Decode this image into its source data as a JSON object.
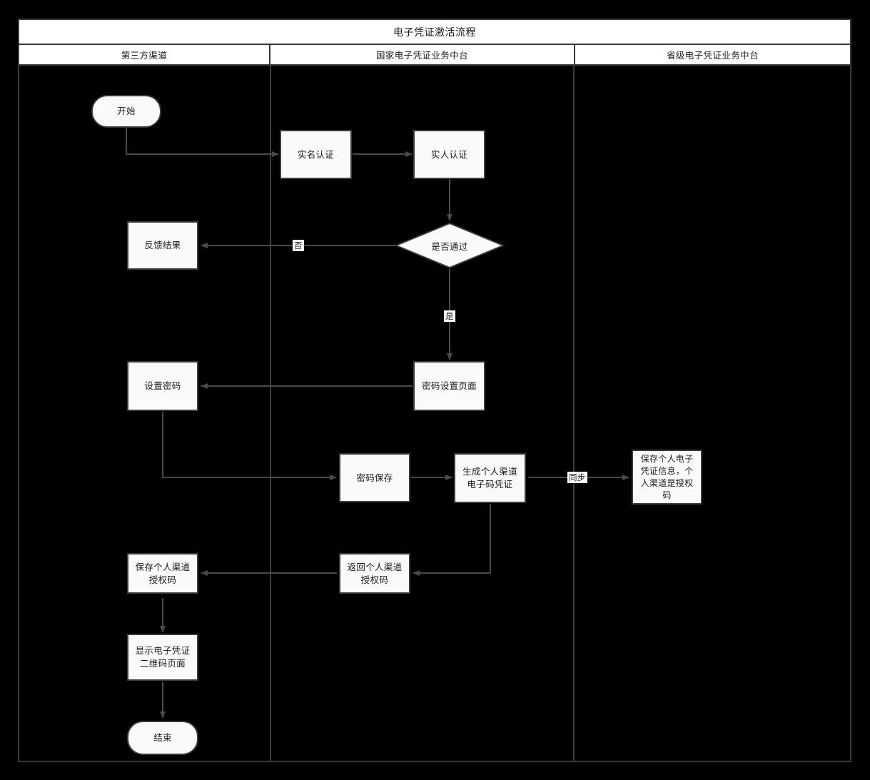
{
  "diagram": {
    "title": "电子凭证激活流程",
    "type": "swimlane-flowchart"
  },
  "lanes": [
    {
      "id": "third-party",
      "label": "第三方渠道"
    },
    {
      "id": "national",
      "label": "国家电子凭证业务中台"
    },
    {
      "id": "provincial",
      "label": "省级电子凭证业务中台"
    }
  ],
  "nodes": [
    {
      "id": "start",
      "lane": "third-party",
      "shape": "terminator",
      "label": "开始"
    },
    {
      "id": "realname-auth",
      "lane": "national",
      "shape": "process",
      "label": "实名认证"
    },
    {
      "id": "realperson-auth",
      "lane": "national",
      "shape": "process",
      "label": "实人认证"
    },
    {
      "id": "is-pass",
      "lane": "national",
      "shape": "decision",
      "label": "是否通过"
    },
    {
      "id": "feedback-result",
      "lane": "third-party",
      "shape": "process",
      "label": "反馈结果"
    },
    {
      "id": "pwd-set-page",
      "lane": "national",
      "shape": "process",
      "label": "密码设置页面"
    },
    {
      "id": "set-password",
      "lane": "third-party",
      "shape": "process",
      "label": "设置密码"
    },
    {
      "id": "pwd-save",
      "lane": "national",
      "shape": "process",
      "label": "密码保存"
    },
    {
      "id": "gen-code",
      "lane": "national",
      "shape": "process",
      "label": "生成个人渠道\n电子码凭证"
    },
    {
      "id": "save-personal",
      "lane": "provincial",
      "shape": "process",
      "label": "保存个人电子\n凭证信息，个\n人渠道是授权\n码"
    },
    {
      "id": "return-auth",
      "lane": "national",
      "shape": "process",
      "label": "返回个人渠道\n授权码"
    },
    {
      "id": "save-auth",
      "lane": "third-party",
      "shape": "process",
      "label": "保存个人渠道\n授权码"
    },
    {
      "id": "show-qr",
      "lane": "third-party",
      "shape": "process",
      "label": "显示电子凭证\n二维码页面"
    },
    {
      "id": "end",
      "lane": "third-party",
      "shape": "terminator",
      "label": "结束"
    }
  ],
  "edges": [
    {
      "from": "start",
      "to": "realname-auth",
      "label": ""
    },
    {
      "from": "realname-auth",
      "to": "realperson-auth",
      "label": ""
    },
    {
      "from": "realperson-auth",
      "to": "is-pass",
      "label": ""
    },
    {
      "from": "is-pass",
      "to": "feedback-result",
      "label": "否"
    },
    {
      "from": "is-pass",
      "to": "pwd-set-page",
      "label": "是"
    },
    {
      "from": "pwd-set-page",
      "to": "set-password",
      "label": ""
    },
    {
      "from": "set-password",
      "to": "pwd-save",
      "label": ""
    },
    {
      "from": "pwd-save",
      "to": "gen-code",
      "label": ""
    },
    {
      "from": "gen-code",
      "to": "save-personal",
      "label": "同步"
    },
    {
      "from": "gen-code",
      "to": "return-auth",
      "label": ""
    },
    {
      "from": "return-auth",
      "to": "save-auth",
      "label": ""
    },
    {
      "from": "save-auth",
      "to": "show-qr",
      "label": ""
    },
    {
      "from": "show-qr",
      "to": "end",
      "label": ""
    }
  ],
  "edge_labels": {
    "no": "否",
    "yes": "是",
    "sync": "同步"
  },
  "colors": {
    "background": "#000000",
    "node_fill": "#fafafa",
    "node_border": "#3a3a3a",
    "connector": "#4a4a4a",
    "text": "#1a1a1a",
    "header_fill": "#ffffff"
  }
}
